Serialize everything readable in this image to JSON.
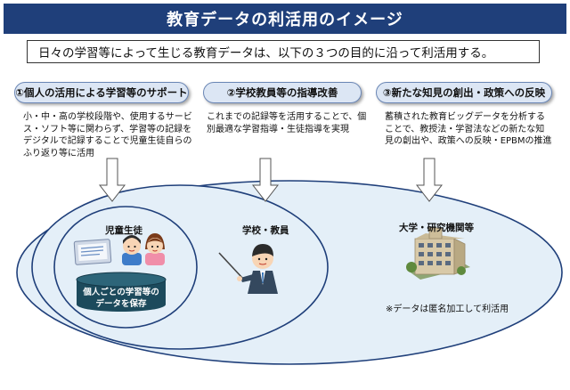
{
  "title": "教育データの利活用のイメージ",
  "intro": "日々の学習等によって生じる教育データは、以下の３つの目的に沿って利活用する。",
  "purposes": [
    {
      "label": "①個人の活用による学習等のサポート",
      "description": "小・中・高の学校段階や、使用するサービス・ソフト等に関わらず、学習等の記録をデジタルで記録することで児童生徒自らのふり返り等に活用"
    },
    {
      "label": "②学校教員等の指導改善",
      "description": "これまでの記録等を活用することで、個別最適な学習指導・生徒指導を実現"
    },
    {
      "label": "③新たな知見の創出・政策への反映",
      "description": "蓄積された教育ビッグデータを分析することで、教授法・学習法などの新たな知見の創出や、政策への反映・EPBMの推進"
    }
  ],
  "actors": {
    "students": "児童生徒",
    "teachers": "学校・教員",
    "university": "大学・研究機関等"
  },
  "database": {
    "line1": "個人ごとの学習等の",
    "line2": "データを保存"
  },
  "note": "※データは匿名加工して利活用",
  "colors": {
    "title_bg": "#1f3f7a",
    "purpose_bg": "#dce6f4",
    "ellipse_fill": "#e4eff8",
    "ellipse_stroke": "#1f3f7a",
    "database": "#1c4a5c"
  },
  "icons": [
    "down-arrow-icon",
    "tablet-icon",
    "boy-icon",
    "girl-icon",
    "database-icon",
    "teacher-icon",
    "building-icon"
  ]
}
